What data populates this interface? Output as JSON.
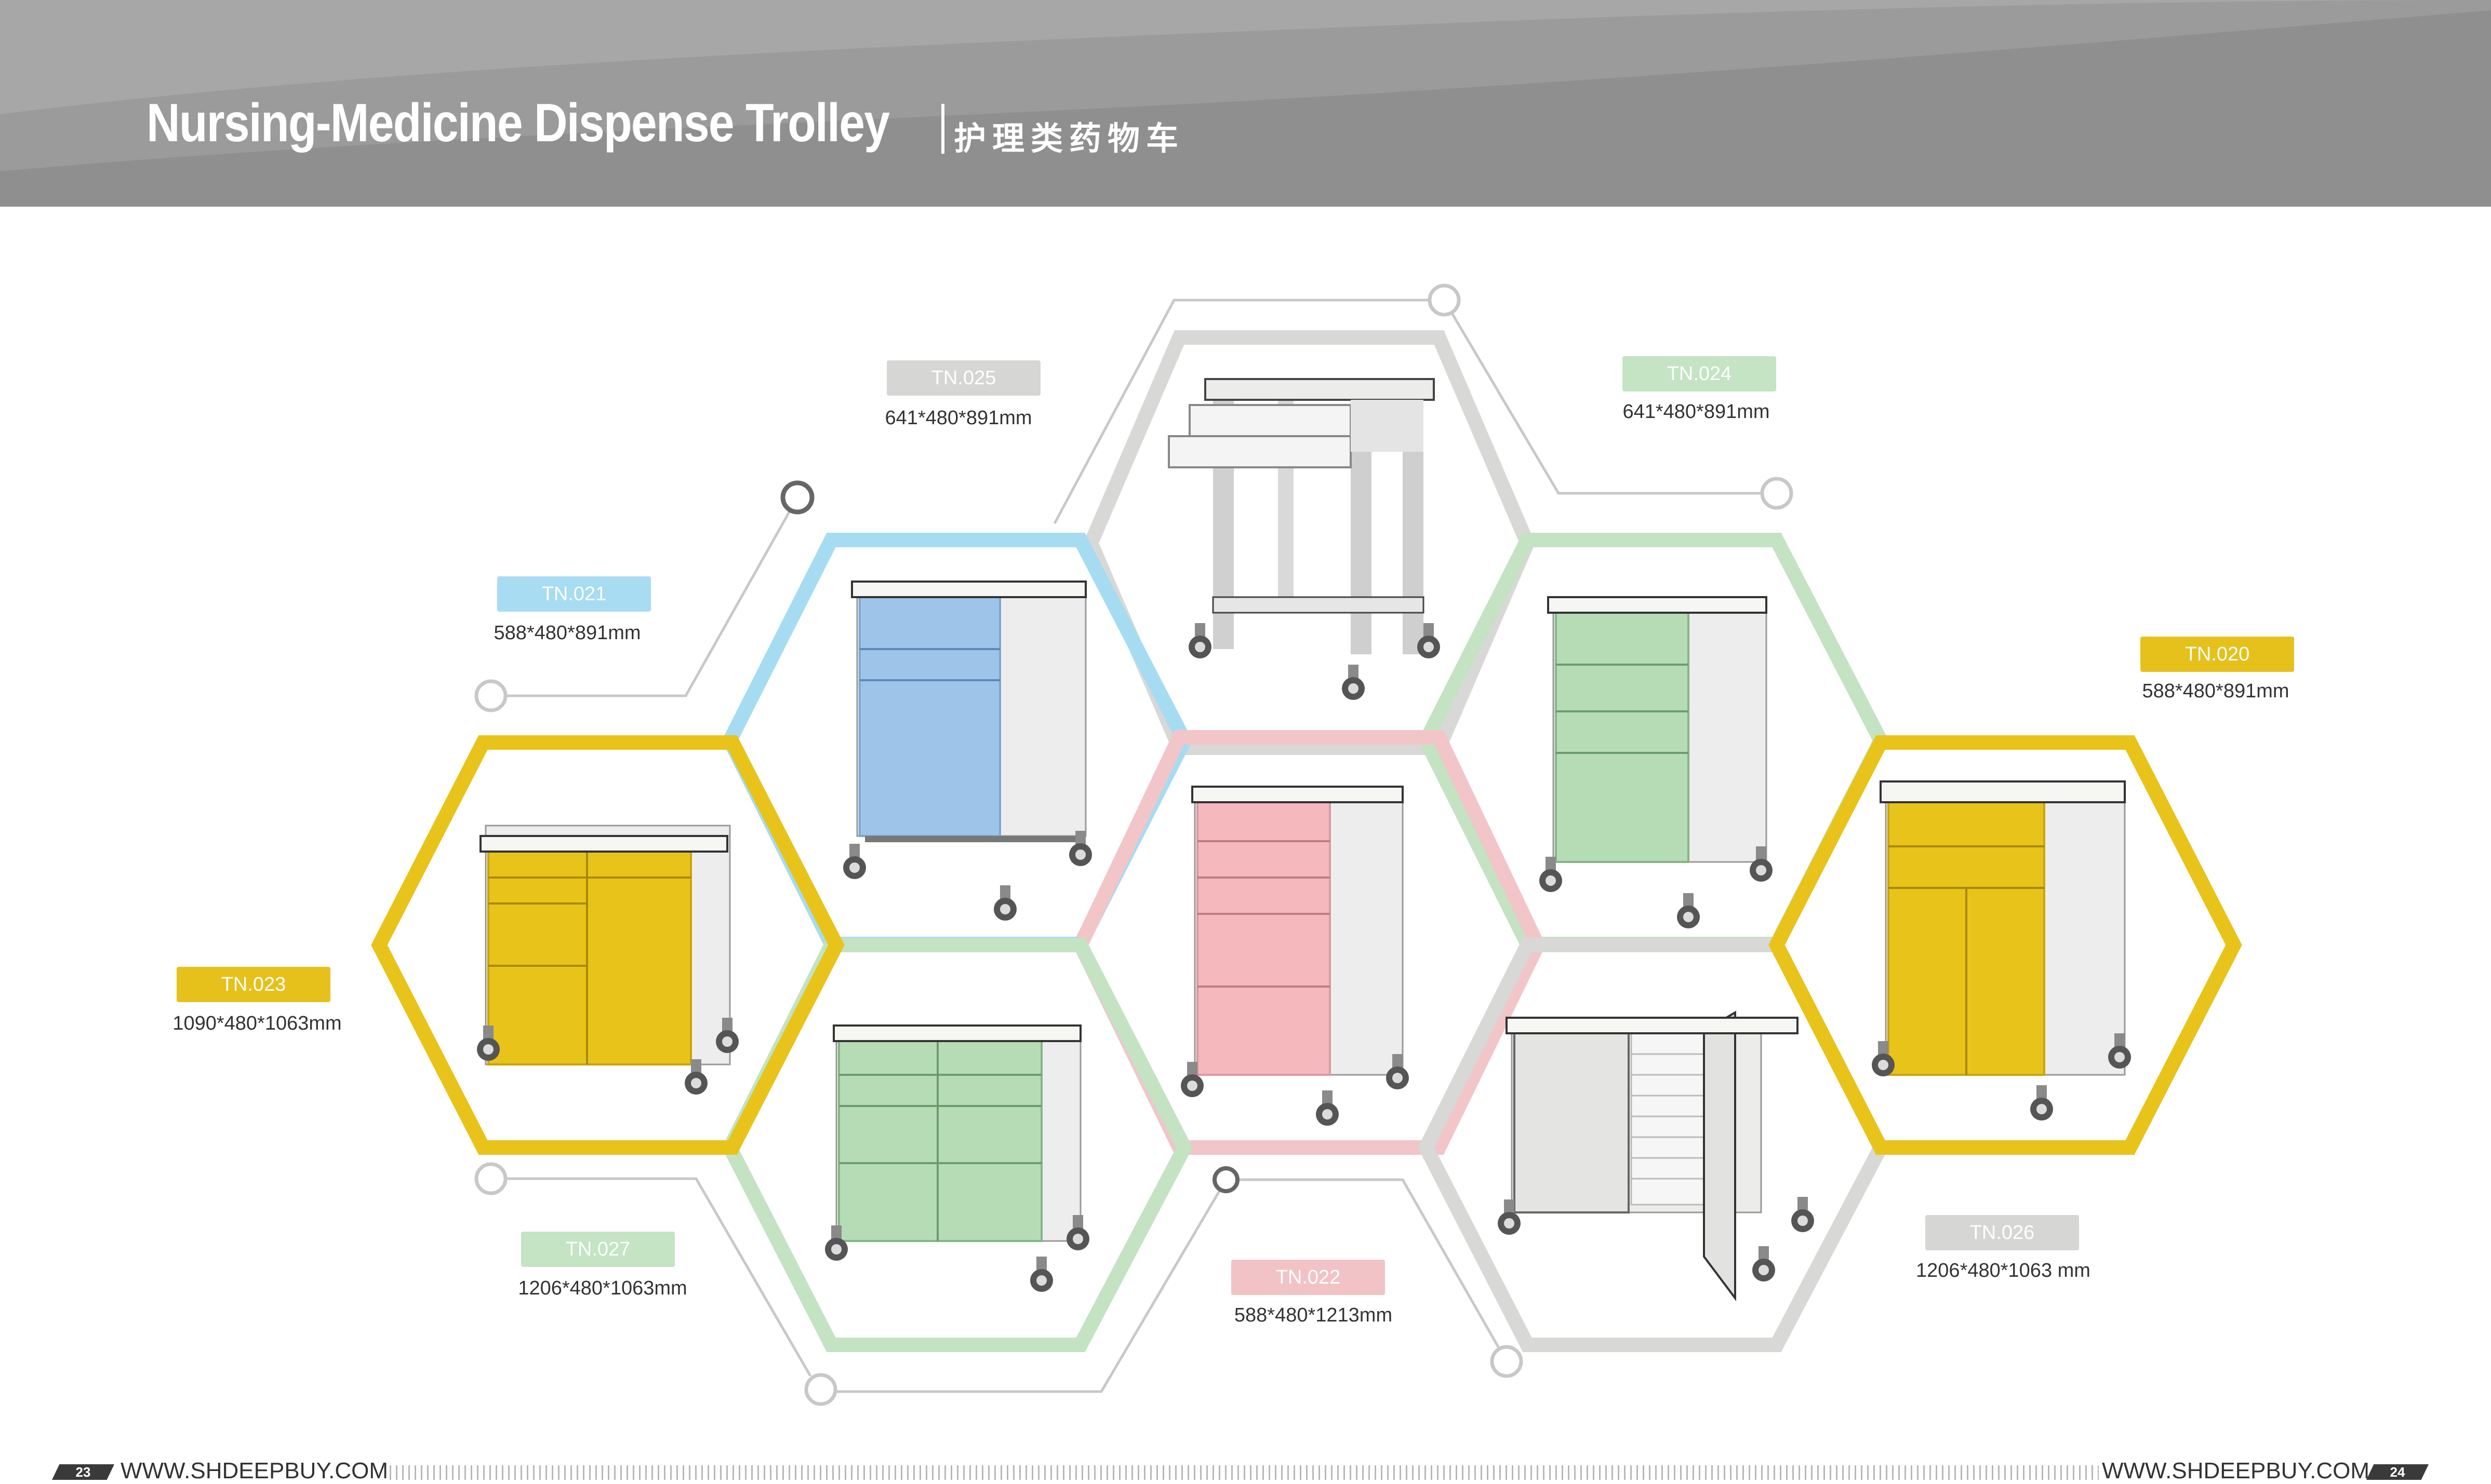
{
  "header": {
    "title": "Nursing-Medicine Dispense Trolley",
    "subtitle": "护理类药物车"
  },
  "colors": {
    "yellow": "#e8c31a",
    "blue": "#a6dcf2",
    "green": "#c3e3c3",
    "pink": "#f2c5c8",
    "grey": "#d8d8d6",
    "header_grey": "#8f8f8f"
  },
  "products": [
    {
      "id": "TN.025",
      "dims": "641*480*891mm",
      "badge_color": "#d6d6d4"
    },
    {
      "id": "TN.024",
      "dims": "641*480*891mm",
      "badge_color": "#c4e4c4"
    },
    {
      "id": "TN.021",
      "dims": "588*480*891mm",
      "badge_color": "#a7dcf3"
    },
    {
      "id": "TN.020",
      "dims": "588*480*891mm",
      "badge_color": "#e6c11c"
    },
    {
      "id": "TN.023",
      "dims": "1090*480*1063mm",
      "badge_color": "#e6c11c"
    },
    {
      "id": "TN.027",
      "dims": "1206*480*1063mm",
      "badge_color": "#c4e4c4"
    },
    {
      "id": "TN.022",
      "dims": "588*480*1213mm",
      "badge_color": "#f2c3c6"
    },
    {
      "id": "TN.026",
      "dims": "1206*480*1063 mm",
      "badge_color": "#d6d6d4"
    }
  ],
  "footer": {
    "left_page": "23",
    "right_page": "24",
    "url": "WWW.SHDEEPBUY.COM"
  }
}
